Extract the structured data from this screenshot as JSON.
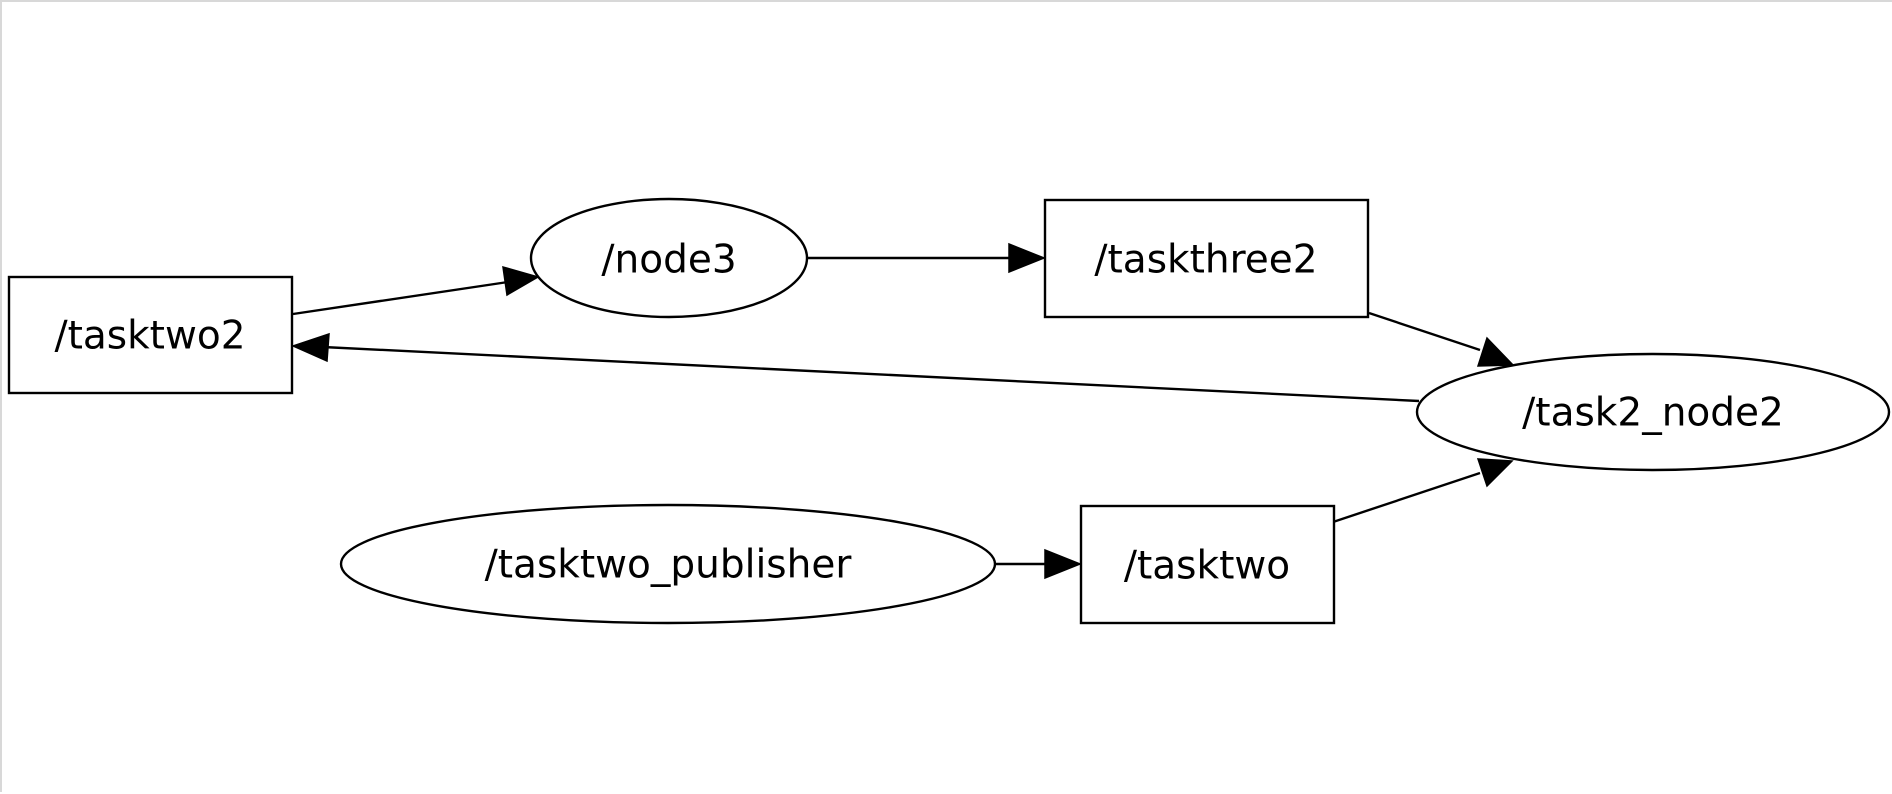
{
  "graph": {
    "nodes": [
      {
        "id": "tasktwo2",
        "label": "/tasktwo2",
        "shape": "box"
      },
      {
        "id": "node3",
        "label": "/node3",
        "shape": "ellipse"
      },
      {
        "id": "taskthree2",
        "label": "/taskthree2",
        "shape": "box"
      },
      {
        "id": "task2_node2",
        "label": "/task2_node2",
        "shape": "ellipse"
      },
      {
        "id": "tasktwo_publisher",
        "label": "/tasktwo_publisher",
        "shape": "ellipse"
      },
      {
        "id": "tasktwo",
        "label": "/tasktwo",
        "shape": "box"
      }
    ],
    "edges": [
      {
        "from": "tasktwo2",
        "to": "node3"
      },
      {
        "from": "node3",
        "to": "taskthree2"
      },
      {
        "from": "taskthree2",
        "to": "task2_node2"
      },
      {
        "from": "task2_node2",
        "to": "tasktwo2"
      },
      {
        "from": "tasktwo_publisher",
        "to": "tasktwo"
      },
      {
        "from": "tasktwo",
        "to": "task2_node2"
      }
    ]
  }
}
